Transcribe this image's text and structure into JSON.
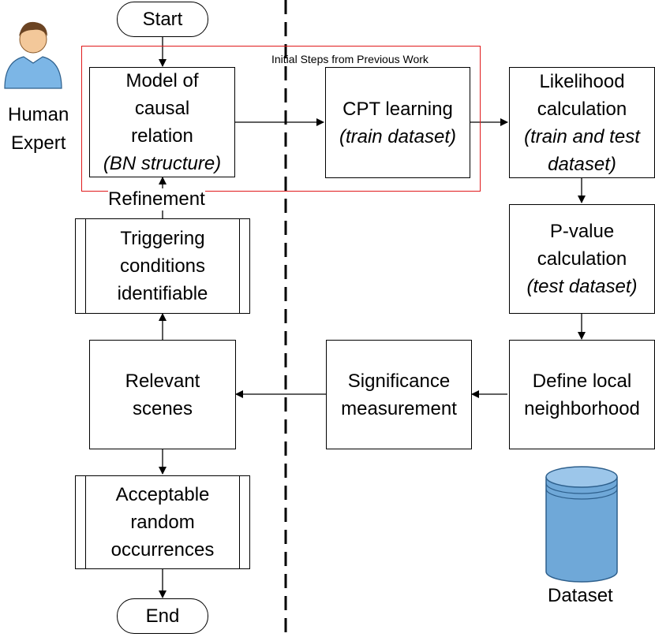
{
  "colors": {
    "frame_red": "#e0191b",
    "db_fill": "#6fa8d8",
    "db_stroke": "#2d5f8c",
    "person_blue": "#7cb6e6"
  },
  "icons": {
    "human": "human-expert-icon",
    "database": "database-icon"
  },
  "start": "Start",
  "end": "End",
  "human_expert": {
    "line1": "Human",
    "line2": "Expert"
  },
  "frame_caption": "Initial Steps from Previous Work",
  "refinement": "Refinement",
  "boxes": {
    "model": {
      "l1": "Model of",
      "l2": "causal",
      "l3": "relation",
      "l4": "(BN structure)"
    },
    "cpt": {
      "l1": "CPT learning",
      "l2": "(train dataset)"
    },
    "likelihood": {
      "l1": "Likelihood",
      "l2": "calculation",
      "l3": "(train and test",
      "l4": "dataset)"
    },
    "pvalue": {
      "l1": "P-value",
      "l2": "calculation",
      "l3": "(test dataset)"
    },
    "define": {
      "l1": "Define local",
      "l2": "neighborhood"
    },
    "significance": {
      "l1": "Significance",
      "l2": "measurement"
    },
    "relevant": {
      "l1": "Relevant",
      "l2": "scenes"
    },
    "triggering": {
      "l1": "Triggering",
      "l2": "conditions",
      "l3": "identifiable"
    },
    "acceptable": {
      "l1": "Acceptable",
      "l2": "random",
      "l3": "occurrences"
    }
  },
  "dataset": "Dataset"
}
